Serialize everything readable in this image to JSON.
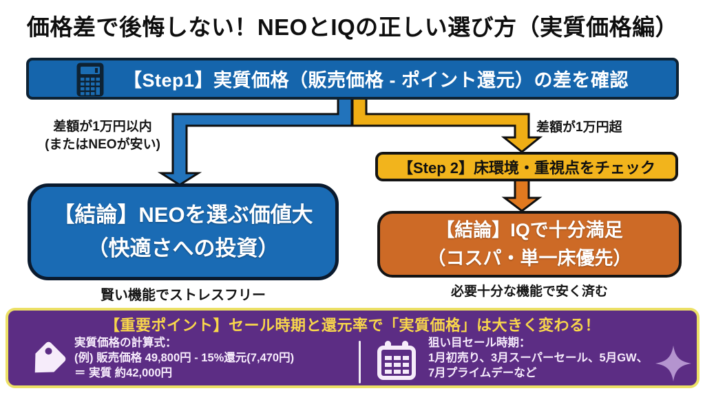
{
  "title": "価格差で後悔しない！NEOとIQの正しい選び方（実質価格編）",
  "flow": {
    "step1": {
      "icon": "calculator-icon",
      "label": "【Step1】実質価格（販売価格 - ポイント還元）の差を確認"
    },
    "left_branch": {
      "line1": "差額が1万円以内",
      "line2": "(またはNEOが安い)"
    },
    "right_branch": {
      "label": "差額が1万円超"
    },
    "step2": {
      "label": "【Step 2】床環境・重視点をチェック"
    },
    "conclusion_neo": {
      "line1": "【結論】NEOを選ぶ価値大",
      "line2": "（快適さへの投資）",
      "caption": "賢い機能でストレスフリー"
    },
    "conclusion_iq": {
      "line1": "【結論】IQで十分満足",
      "line2": "（コスパ・単一床優先）",
      "caption": "必要十分な機能で安く済む"
    }
  },
  "key_point": {
    "header": "【重要ポイント】セール時期と還元率で「実質価格」は大きく変わる！",
    "left": {
      "icon": "price-tag-icon",
      "line1": "実質価格の計算式：",
      "line2": "(例) 販売価格 49,800円 - 15%還元(7,470円)",
      "line3": "＝ 実質 約42,000円"
    },
    "right": {
      "icon": "calendar-icon",
      "line1": "狙い目セール時期：",
      "line2": "1月初売り、3月スーパーセール、5月GW、",
      "line3": "7月プライムデーなど"
    },
    "decoration": "sparkle-icon"
  },
  "colors": {
    "step1_blue": "#1565ac",
    "conclusion_blue": "#1a6bb4",
    "arrow_blue": "#2273bb",
    "step2_gold": "#f2b41c",
    "arrow_gold": "#efae15",
    "conclusion_orange": "#cd6a26",
    "arrow_orange": "#e0791f",
    "panel_purple": "#5c2d84",
    "panel_border_yellow": "#ece066",
    "header_yellow": "#f8d64b",
    "panel_text_light": "#f7ecfc",
    "sparkle_lavender": "#b494cf",
    "dark_navy_border": "#0e2233",
    "background": "#ffffff"
  }
}
